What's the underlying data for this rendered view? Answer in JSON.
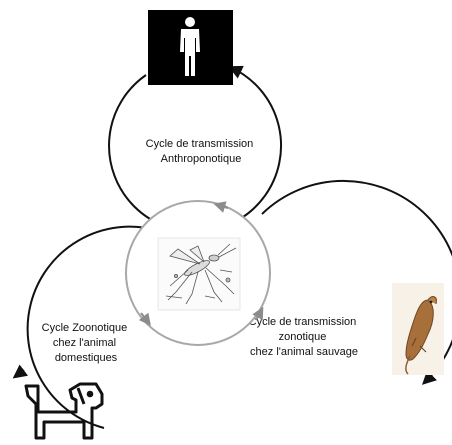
{
  "colors": {
    "stroke": "#111111",
    "inner_circle": "#a8a8a8",
    "human_box": "#000000",
    "background": "#ffffff"
  },
  "cycles": {
    "anthroponotic": {
      "line1": "Cycle de transmission",
      "line2": "Anthroponotique"
    },
    "zoonotic_domestic": {
      "line1": "Cycle Zoonotique",
      "line2": "chez l'animal",
      "line3": "domestiques"
    },
    "zoonotic_wild": {
      "line1": "Cycle de transmission",
      "line2": "zonotique",
      "line3": "chez l'animal sauvage"
    }
  },
  "icons": {
    "human": "human-figure-icon",
    "dog": "dog-icon",
    "rodent": "rodent-photo-icon",
    "sandfly": "sandfly-illustration"
  }
}
